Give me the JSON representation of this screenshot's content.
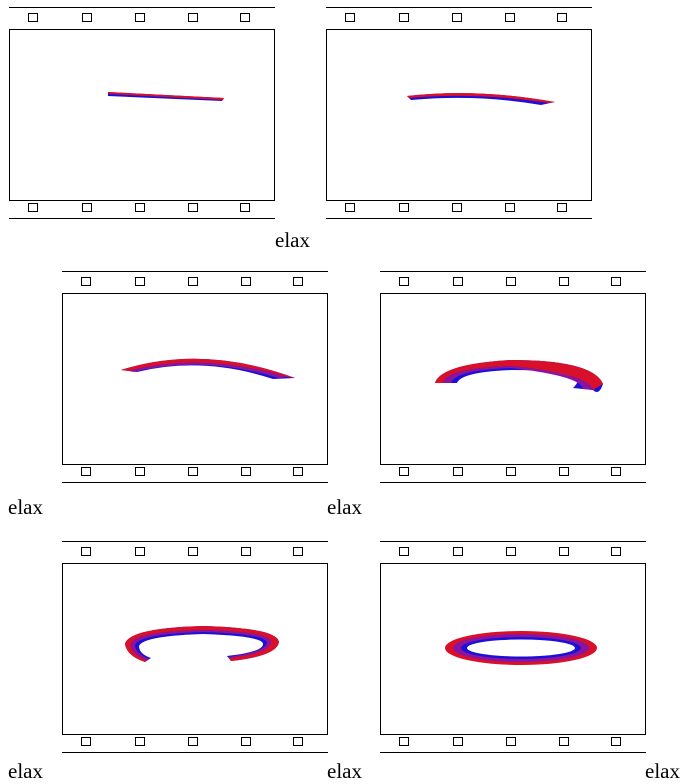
{
  "figure": {
    "caption_text": "elax",
    "colors": {
      "outer_edge": "#e0102a",
      "inner_edge": "#1a10d8",
      "frame": "#000000",
      "background": "#ffffff"
    },
    "frames": [
      {
        "id": 1,
        "shape": "straight-strip",
        "caption": "elax"
      },
      {
        "id": 2,
        "shape": "slight-arc",
        "caption": "elax"
      },
      {
        "id": 3,
        "shape": "wider-arc",
        "caption": "elax"
      },
      {
        "id": 4,
        "shape": "deep-arc",
        "caption": "elax"
      },
      {
        "id": 5,
        "shape": "open-ring",
        "caption": "elax"
      },
      {
        "id": 6,
        "shape": "closed-ring",
        "caption": "elax"
      }
    ]
  }
}
